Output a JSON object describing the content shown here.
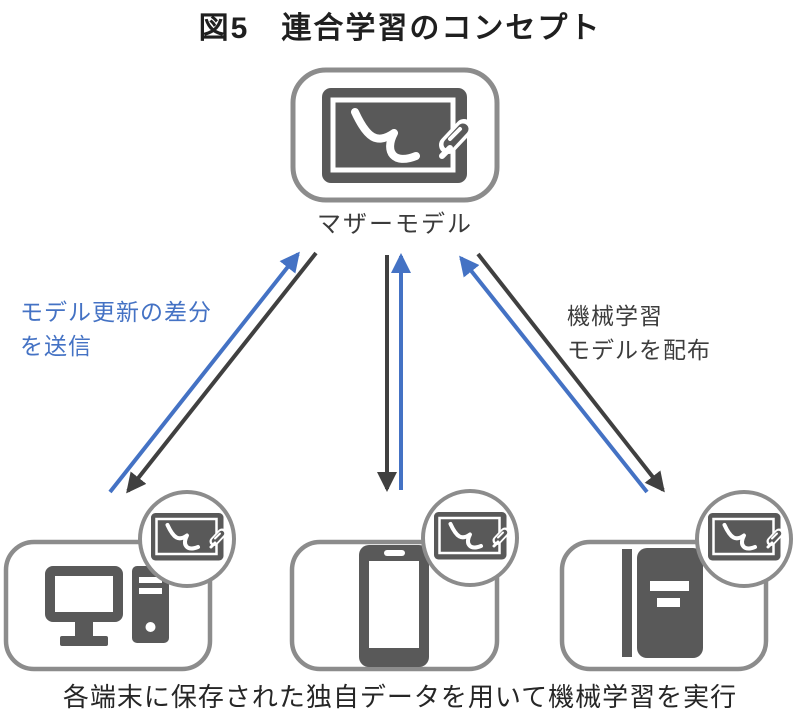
{
  "figure": {
    "title": "図5　連合学習のコンセプト",
    "caption": "各端末に保存された独自データを用いて機械学習を実行"
  },
  "mother_model": {
    "label": "マザーモデル",
    "icon": "whiteboard-pen-icon"
  },
  "annotations": {
    "upload": {
      "lines": [
        "モデル更新の差分",
        "を送信"
      ],
      "color": "#4472c4",
      "direction": "devices-to-mother"
    },
    "distribute": {
      "lines": [
        "機械学習",
        "モデルを配布"
      ],
      "color": "#3d3d3d",
      "direction": "mother-to-devices"
    }
  },
  "devices": [
    {
      "id": "desktop-pc",
      "icon": "desktop-computer-icon",
      "badge": "whiteboard-pen-icon"
    },
    {
      "id": "smartphone",
      "icon": "smartphone-icon",
      "badge": "whiteboard-pen-icon"
    },
    {
      "id": "notebook-server",
      "icon": "notebook-icon",
      "badge": "whiteboard-pen-icon"
    }
  ],
  "colors": {
    "arrow_up_blue": "#4472c4",
    "arrow_down_dark": "#404040",
    "icon_gray": "#595959",
    "outline_gray": "#8c8c8c"
  }
}
